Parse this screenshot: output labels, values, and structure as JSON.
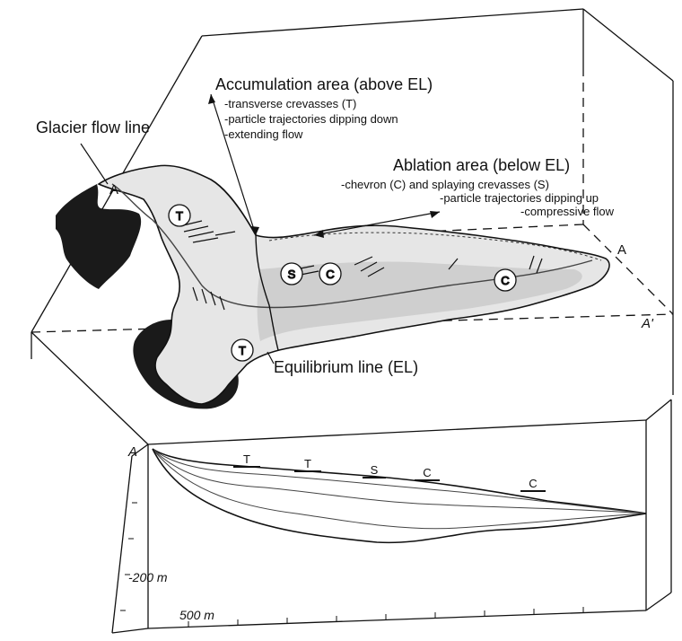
{
  "labels": {
    "flow_line": "Glacier flow line",
    "point_a_upper": "A",
    "point_a_right": "A",
    "point_a_prime": "A'",
    "point_a_section": "A",
    "equilibrium_line": "Equilibrium line (EL)",
    "scale_vertical": "-200 m",
    "scale_horizontal": "500 m"
  },
  "accumulation": {
    "title": "Accumulation area (above EL)",
    "items": [
      "-transverse crevasses (T)",
      "-particle trajectories dipping down",
      "-extending flow"
    ]
  },
  "ablation": {
    "title": "Ablation area (below EL)",
    "items": [
      "-chevron (C) and splaying crevasses (S)",
      "-particle trajectories dipping up",
      "-compressive flow"
    ]
  },
  "map_markers": [
    "T",
    "T",
    "S",
    "C",
    "C"
  ],
  "section_markers": [
    "T",
    "T",
    "S",
    "C",
    "C"
  ],
  "colors": {
    "ink": "#111111",
    "ice": "#e6e6e6",
    "rock": "#1a1a1a",
    "grey": "#8a8a8a"
  }
}
